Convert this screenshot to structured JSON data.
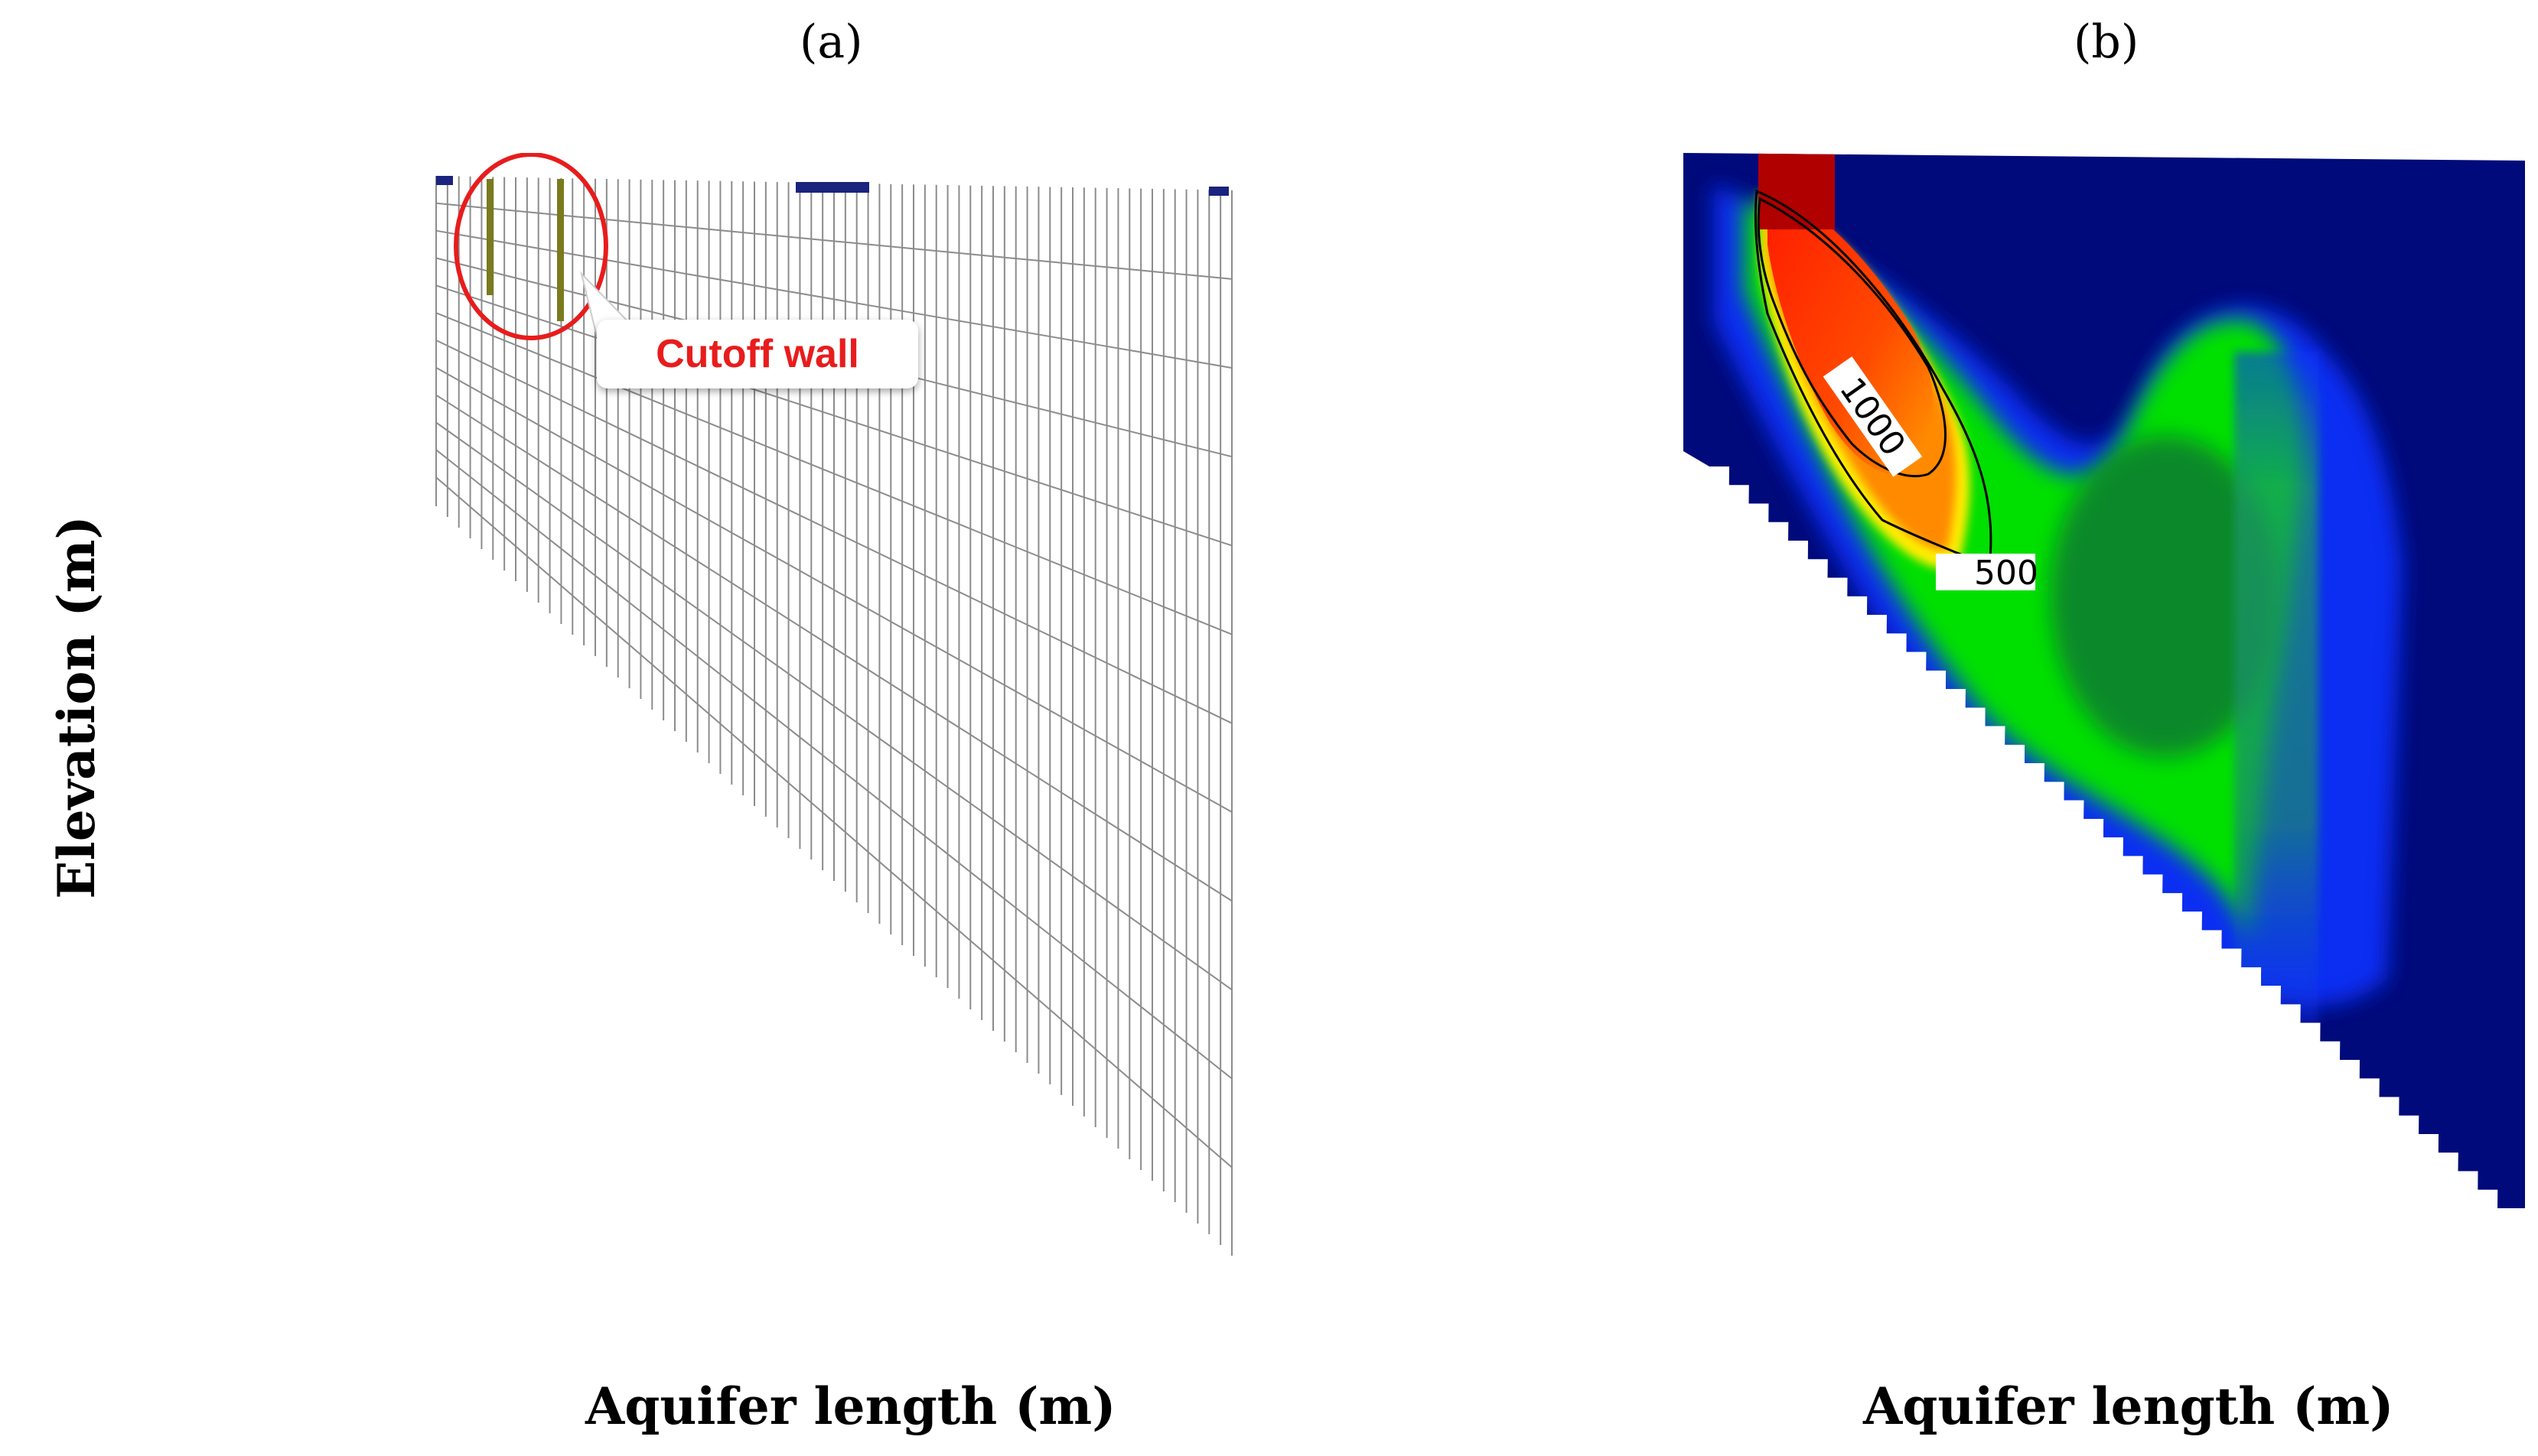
{
  "panels": {
    "a": {
      "label": "(a)",
      "xlabel": "Aquifer length (m)"
    },
    "b": {
      "label": "(b)",
      "xlabel": "Aquifer length (m)"
    }
  },
  "ylabel": "Elevation (m)",
  "annotation": {
    "text": "Cutoff wall"
  },
  "contours": {
    "inner": "1000",
    "outer": "500"
  },
  "colors": {
    "mesh_line": "#8c8c8c",
    "wall": "#7a7a1e",
    "highlight_circle": "#e81c1c",
    "boundary_marker": "#1a237e",
    "background_low": "#000a7a",
    "blue": "#1030ff",
    "green": "#00e000",
    "dark_green": "#0f7a30",
    "yellow": "#ffee00",
    "orange": "#ff8a00",
    "red": "#ff1a00",
    "dark_red": "#b00000"
  }
}
